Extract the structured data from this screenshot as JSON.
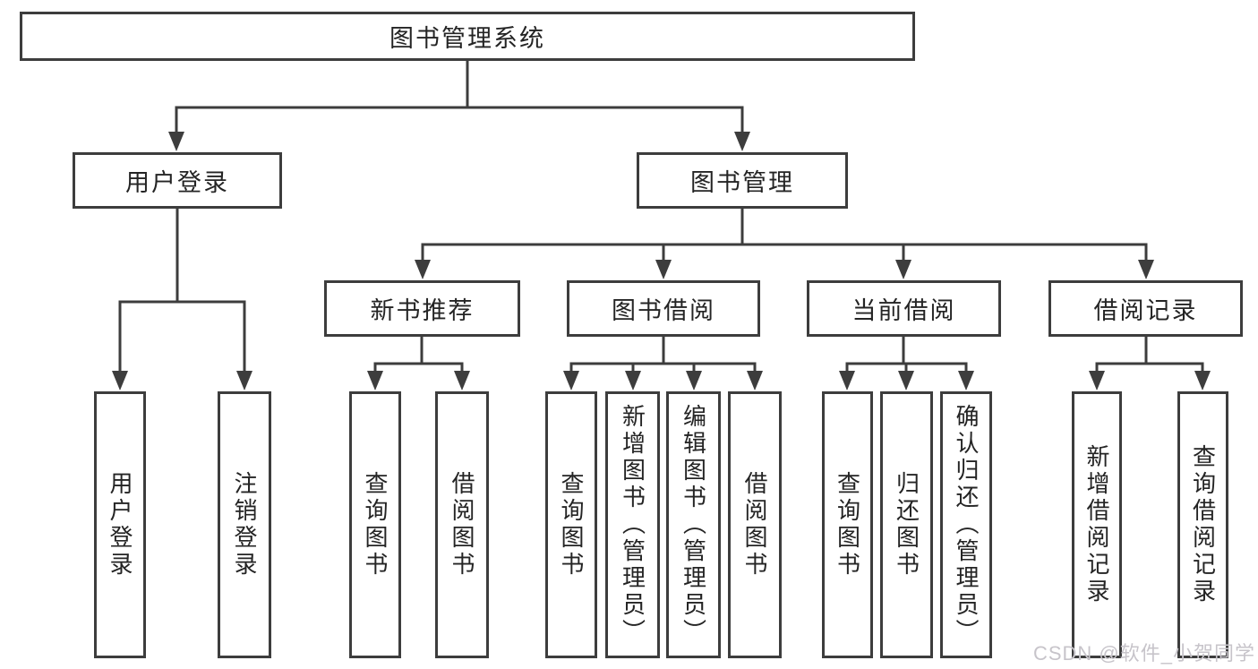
{
  "page": {
    "watermark": "CSDN @软件_小贺同学",
    "colors": {
      "background": "#ffffff",
      "line": "#3d3d3d",
      "box_border": "#3d3d3d",
      "text": "#242424",
      "watermark": "#c7c4ca"
    }
  },
  "tree": {
    "root": {
      "label": "图书管理系统"
    },
    "level2": [
      {
        "label": "用户登录",
        "children": [
          {
            "label": "用户登录"
          },
          {
            "label": "注销登录"
          }
        ]
      },
      {
        "label": "图书管理"
      }
    ],
    "level3": [
      {
        "label": "新书推荐",
        "children": [
          {
            "label": "查询图书"
          },
          {
            "label": "借阅图书"
          }
        ]
      },
      {
        "label": "图书借阅",
        "children": [
          {
            "label": "查询图书"
          },
          {
            "label": "新增图书（管理员）"
          },
          {
            "label": "编辑图书（管理员）"
          },
          {
            "label": "借阅图书"
          }
        ]
      },
      {
        "label": "当前借阅",
        "children": [
          {
            "label": "查询图书"
          },
          {
            "label": "归还图书"
          },
          {
            "label": "确认归还（管理员）"
          }
        ]
      },
      {
        "label": "借阅记录",
        "children": [
          {
            "label": "新增借阅记录"
          },
          {
            "label": "查询借阅记录"
          }
        ]
      }
    ]
  }
}
